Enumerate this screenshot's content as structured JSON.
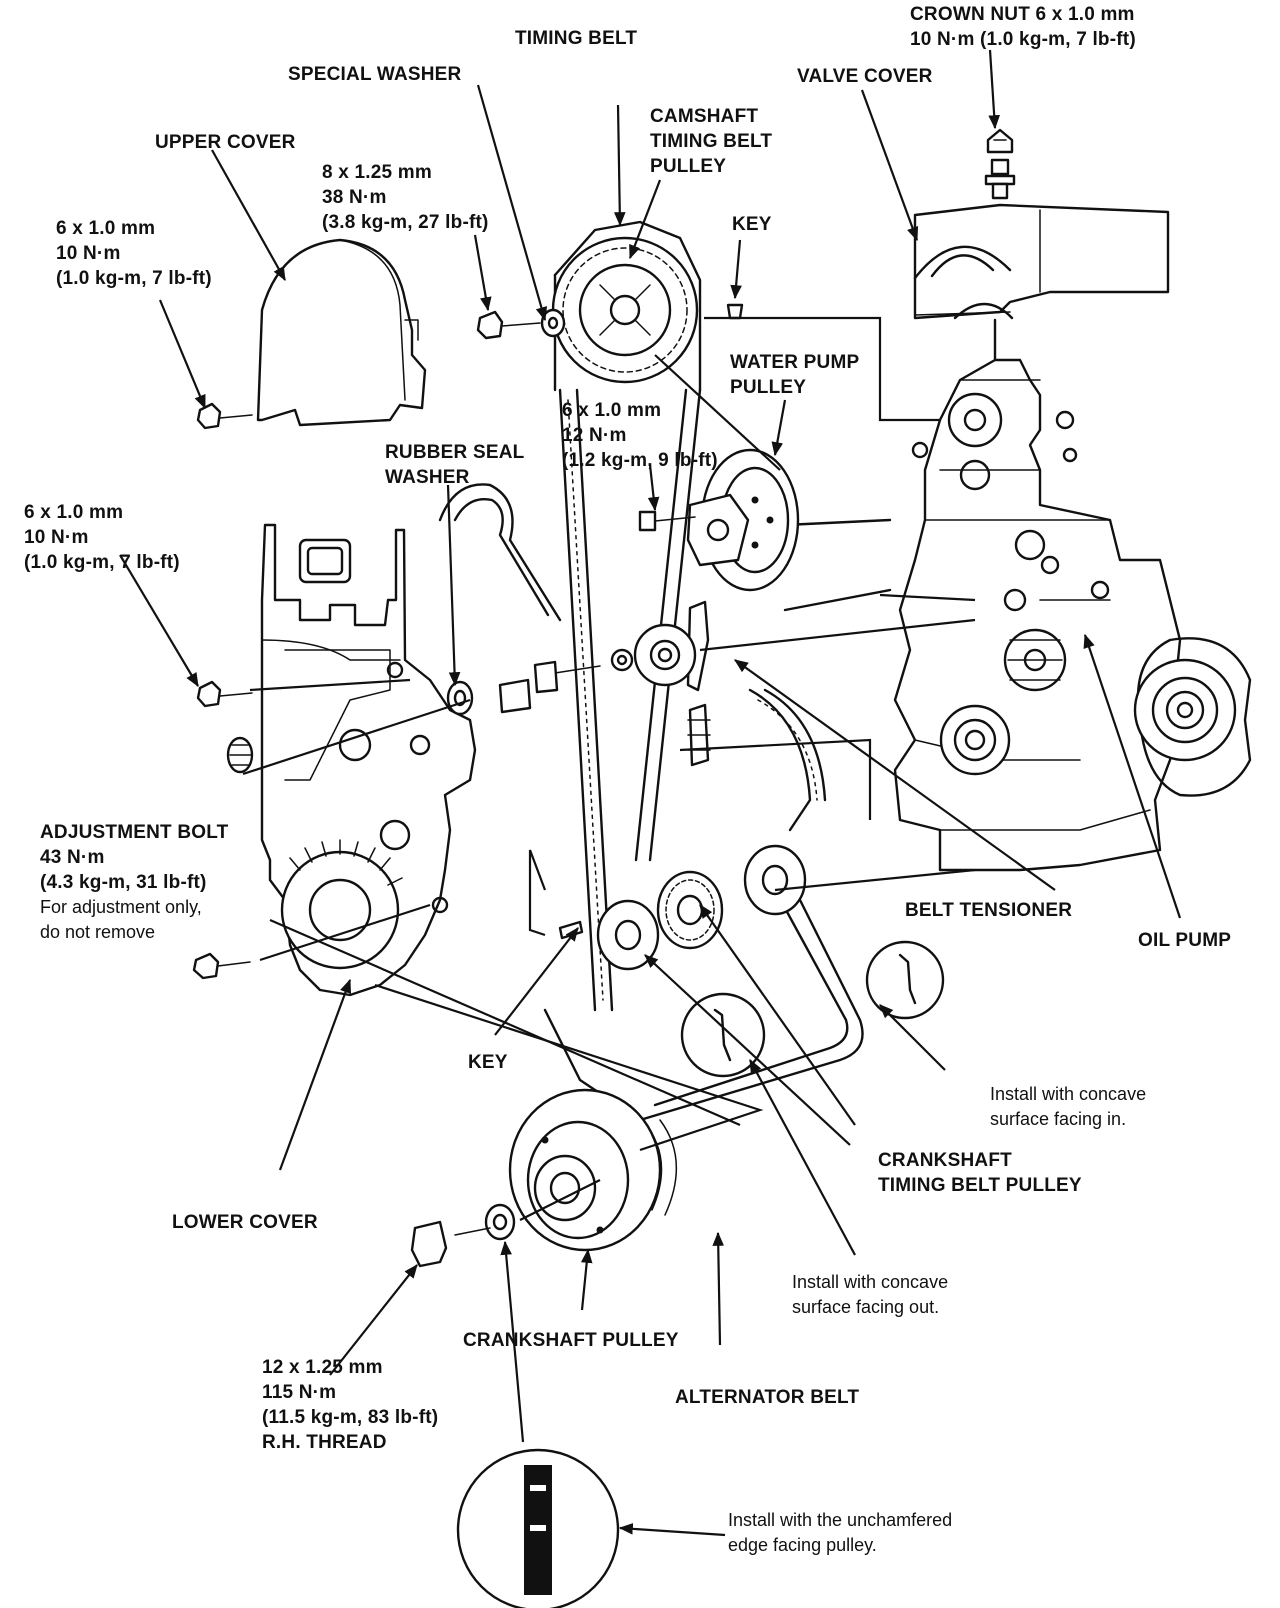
{
  "labels": {
    "timing_belt": "TIMING BELT",
    "special_washer": "SPECIAL WASHER",
    "camshaft_pulley": [
      "CAMSHAFT",
      "TIMING BELT",
      "PULLEY"
    ],
    "crown_nut": [
      "CROWN NUT 6 x 1.0 mm",
      "10 N·m (1.0 kg-m, 7 lb-ft)"
    ],
    "valve_cover": "VALVE COVER",
    "upper_cover": "UPPER COVER",
    "cam_bolt_spec": [
      "8 x 1.25 mm",
      "38 N·m",
      "(3.8 kg-m, 27 lb-ft)"
    ],
    "key_top": "KEY",
    "upper_cover_bolt_spec": [
      "6 x 1.0 mm",
      "10 N·m",
      "(1.0 kg-m, 7 lb-ft)"
    ],
    "water_pump_pulley": [
      "WATER PUMP",
      "PULLEY"
    ],
    "wp_bolt_spec": [
      "6 x 1.0 mm",
      "12 N·m",
      "(1.2 kg-m, 9 lb-ft)"
    ],
    "rubber_seal_washer": [
      "RUBBER SEAL",
      "WASHER"
    ],
    "lower_cover_bolt_spec": [
      "6 x 1.0 mm",
      "10 N·m",
      "(1.0 kg-m, 7 lb-ft)"
    ],
    "adjustment_bolt": [
      "ADJUSTMENT BOLT",
      "43 N·m",
      "(4.3 kg-m, 31 lb-ft)"
    ],
    "adjustment_note": [
      "For adjustment only,",
      "do not remove"
    ],
    "belt_tensioner": "BELT TENSIONER",
    "oil_pump": "OIL PUMP",
    "key_bottom": "KEY",
    "install_in": [
      "Install with concave",
      "surface facing in."
    ],
    "crank_timing_pulley": [
      "CRANKSHAFT",
      "TIMING BELT PULLEY"
    ],
    "lower_cover": "LOWER COVER",
    "install_out": [
      "Install with concave",
      "surface facing out."
    ],
    "crankshaft_pulley": "CRANKSHAFT PULLEY",
    "crank_bolt_spec": [
      "12 x 1.25 mm",
      "115 N·m",
      "(11.5 kg-m, 83 lb-ft)",
      "R.H.  THREAD"
    ],
    "alternator_belt": "ALTERNATOR BELT",
    "install_unchamfered": [
      "Install with the unchamfered",
      "edge facing pulley."
    ]
  }
}
